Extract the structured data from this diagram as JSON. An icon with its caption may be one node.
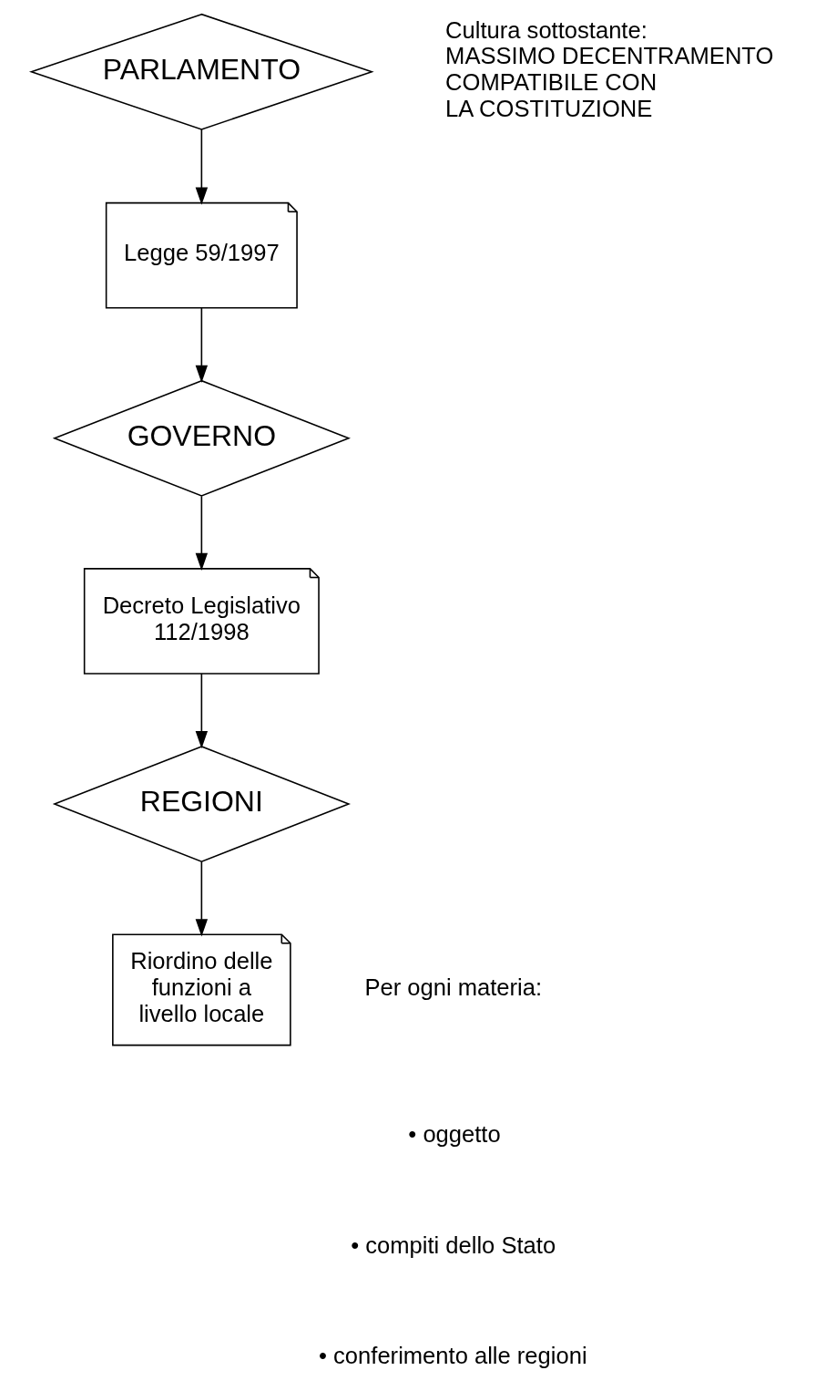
{
  "diagram": {
    "nodes": [
      {
        "text": [
          "PARLAMENTO"
        ]
      },
      {
        "text": [
          "Legge 59/1997"
        ]
      },
      {
        "text": [
          "GOVERNO"
        ]
      },
      {
        "text": [
          "Decreto Legislativo 112/1998"
        ]
      },
      {
        "text": [
          "REGIONI"
        ]
      },
      {
        "text": [
          "Riordino delle funzioni a livello locale"
        ]
      }
    ],
    "edges": [
      {
        "from": 0,
        "to": 1,
        "arrow": "to"
      },
      {
        "from": 1,
        "to": 2,
        "arrow": "to"
      },
      {
        "from": 2,
        "to": 3,
        "arrow": "to"
      },
      {
        "from": 3,
        "to": 4,
        "arrow": "to"
      },
      {
        "from": 4,
        "to": 5,
        "arrow": "to"
      }
    ],
    "labels": [
      "Cultura sottostante: MASSIMO DECENTRAMENTO COMPATIBILE CON LA COSTITUZIONE",
      "Per ogni materia:",
      "• oggetto",
      "• compiti dello Stato",
      "• conferimento alle regioni"
    ]
  }
}
